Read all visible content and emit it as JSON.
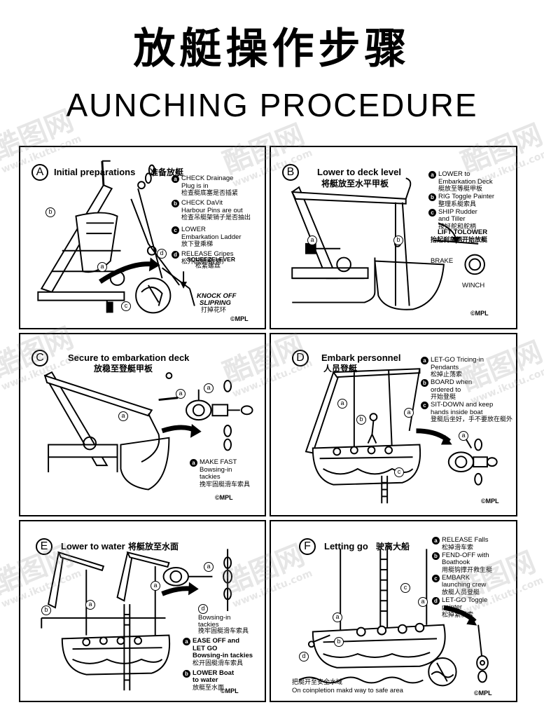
{
  "title_cn": "放艇操作步骤",
  "title_en": "AUNCHING PROCEDURE",
  "copyright": "©MPL",
  "watermark": {
    "cn": "酷图网",
    "url": "www.ikutu.com"
  },
  "panels": {
    "A": {
      "letter": "A",
      "heading_en": "Initial preparations",
      "heading_cn": "准备放艇",
      "steps": [
        {
          "key": "a",
          "en": [
            "CHECK Drainage",
            "Plug is in"
          ],
          "cn": "检查艇底塞是否插紧"
        },
        {
          "key": "b",
          "en": [
            "CHECK DaVit",
            "Harbour Pins are out"
          ],
          "cn": "检查吊艇架销子是否抽出"
        },
        {
          "key": "c",
          "en": [
            "LOWER",
            "Embarkation Ladder"
          ],
          "cn": "放下登乘梯"
        },
        {
          "key": "d",
          "en": [
            "RELEASE Gripes"
          ],
          "cn": "松开固艇带(索)"
        }
      ],
      "labels": {
        "squeeze_en": "SQUEEZELEVER",
        "squeeze_cn": "松紧螺丝",
        "knock_en1": "KNOCK OFF",
        "knock_en2": "SLIPRING",
        "knock_cn": "打掉花环"
      },
      "markers": [
        "a",
        "b",
        "c",
        "d"
      ]
    },
    "B": {
      "letter": "B",
      "heading_en": "Lower to deck level",
      "heading_cn": "将艇放至水平甲板",
      "steps": [
        {
          "key": "a",
          "en": [
            "LOWER to",
            "Embarkation Deck"
          ],
          "cn": "艇放至等艇甲板"
        },
        {
          "key": "b",
          "en": [
            "RIG Toggle Painter"
          ],
          "cn": "整理系艇索具"
        },
        {
          "key": "c",
          "en": [
            "SHIP Rudder",
            "and Tiller"
          ],
          "cn": "按好舵和舵柄"
        }
      ],
      "labels": {
        "lift_en": "LIFT TOLOWER",
        "lift_cn": "抬起刹车柄开始放艇",
        "brake": "BRAKE",
        "winch": "WINCH"
      },
      "markers": [
        "a",
        "b"
      ]
    },
    "C": {
      "letter": "C",
      "heading_en": "Secure to embarkation deck",
      "heading_cn": "放稳至登艇甲板",
      "steps": [
        {
          "key": "a",
          "en": [
            "MAKE FAST",
            "Bowsing-in",
            "tackies"
          ],
          "cn": "挽牢固艇滑车索具"
        }
      ],
      "markers": [
        "a",
        "a",
        "a"
      ]
    },
    "D": {
      "letter": "D",
      "heading_en": "Embark personnel",
      "heading_cn": "人员登艇",
      "steps": [
        {
          "key": "a",
          "en": [
            "LET-GO Tricing-in",
            "Pendants"
          ],
          "cn": "松掉止荡索"
        },
        {
          "key": "b",
          "en": [
            "BOARD when",
            "ordered to"
          ],
          "cn": "开始登艇"
        },
        {
          "key": "c",
          "en": [
            "SIT-DOWN and keep",
            "hands inside boat"
          ],
          "cn": "登艇后坐好，手不要放在艇外"
        }
      ],
      "markers": [
        "a",
        "b",
        "c",
        "a",
        "a"
      ]
    },
    "E": {
      "letter": "E",
      "heading_en": "Lower to water",
      "heading_cn": "将艇放至水面",
      "steps": [
        {
          "key": "a",
          "en": [
            "EASE OFF and",
            "LET GO",
            "Bowsing-in tackies"
          ],
          "cn": "松开固艇滑车索具"
        },
        {
          "key": "b",
          "en": [
            "LOWER Boat",
            "to water"
          ],
          "cn": "放艇至水面"
        }
      ],
      "labels": {
        "bowsing_en1": "Bowsing-in",
        "bowsing_en2": "tackies",
        "bowsing_cn": "挽牢固艇滑车索具"
      },
      "markers": [
        "a",
        "b",
        "a",
        "a",
        "d"
      ]
    },
    "F": {
      "letter": "F",
      "heading_en": "Letting go",
      "heading_cn": "驶离大船",
      "steps": [
        {
          "key": "a",
          "en": [
            "RELEASE Falls"
          ],
          "cn": "松掉滑车索"
        },
        {
          "key": "b",
          "en": [
            "FEND-OFF with",
            "Boathook"
          ],
          "cn": "用艇钩撑开救生艇"
        },
        {
          "key": "c",
          "en": [
            "EMBARK",
            "launching crew"
          ],
          "cn": "放艇人员登艇"
        },
        {
          "key": "d",
          "en": [
            "LET-GO Toggle",
            "painter"
          ],
          "cn": "松掉紧艇索"
        }
      ],
      "labels": {
        "safe_cn": "把艇开至安全水域",
        "safe_en": "On coinpletion makd way to safe area"
      },
      "markers": [
        "c",
        "a",
        "b",
        "a",
        "d"
      ]
    }
  }
}
